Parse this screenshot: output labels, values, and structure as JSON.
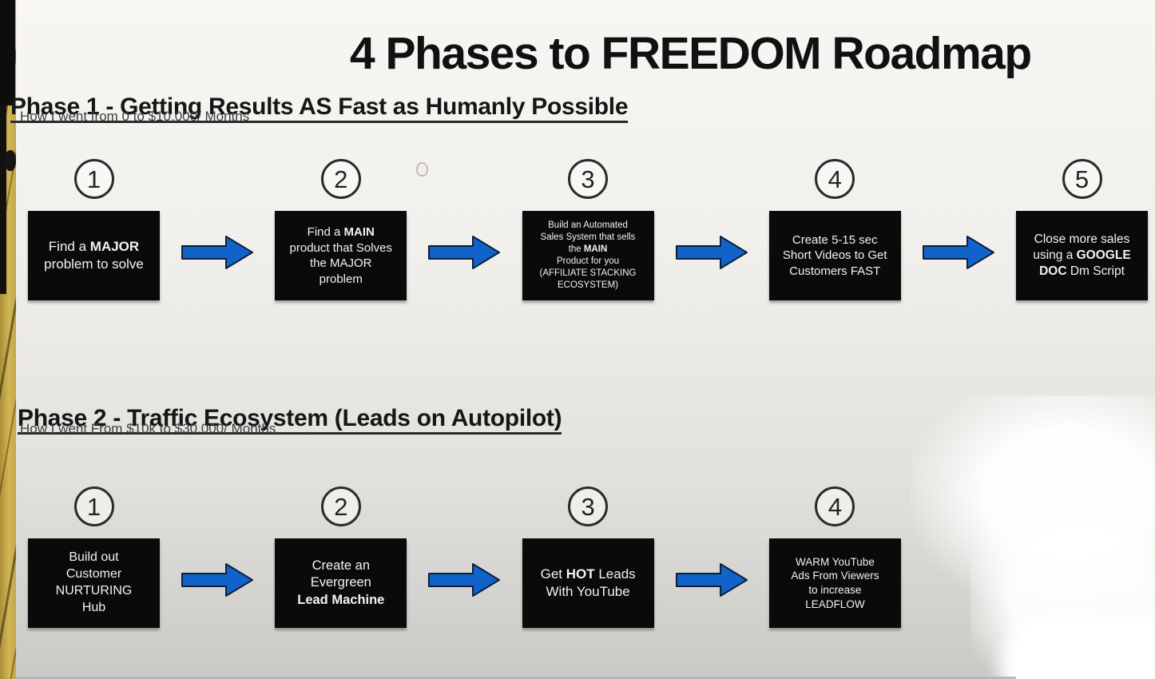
{
  "page": {
    "title": "4 Phases to FREEDOM Roadmap"
  },
  "colors": {
    "arrow_blue": "#1262cc",
    "arrow_outline": "#0e2036",
    "box_black": "#0a0a0a",
    "strip_yellow": "#d3b654"
  },
  "icons": {
    "arrow": "arrow-right-icon",
    "cursor": "cursor-artifact"
  },
  "phases": [
    {
      "heading": "Phase 1 - Getting Results AS Fast as Humanly Possible",
      "subheading": "How I went from 0 to $10,000/ Months",
      "steps": [
        {
          "num": "1",
          "label": "Find a **MAJOR**\nproblem to solve",
          "text_size": 17
        },
        {
          "num": "2",
          "label": "Find a **MAIN**\nproduct that Solves\nthe MAJOR\nproblem",
          "text_size": 15
        },
        {
          "num": "3",
          "label": "Build an Automated\nSales System that sells\nthe **MAIN**\nProduct for you\n(AFFILIATE STACKING\nECOSYSTEM)",
          "text_size": 11.5
        },
        {
          "num": "4",
          "label": "Create 5-15 sec\nShort Videos to Get\nCustomers FAST",
          "text_size": 15
        },
        {
          "num": "5",
          "label": "Close more sales\nusing a **GOOGLE\nDOC** Dm Script",
          "text_size": 15.5
        }
      ]
    },
    {
      "heading": "Phase 2 - Traffic Ecosystem (Leads on Autopilot)",
      "subheading": "How I went From $10k to $30,000/ Months",
      "steps": [
        {
          "num": "1",
          "label": "Build out\nCustomer\nNURTURING\nHub",
          "text_size": 16
        },
        {
          "num": "2",
          "label": "Create an\nEvergreen\n**Lead Machine**",
          "text_size": 16.5
        },
        {
          "num": "3",
          "label": "Get **HOT** Leads\nWith YouTube",
          "text_size": 17
        },
        {
          "num": "4",
          "label": "WARM YouTube\nAds From Viewers\nto increase\nLEADFLOW",
          "text_size": 13.5
        }
      ]
    }
  ]
}
